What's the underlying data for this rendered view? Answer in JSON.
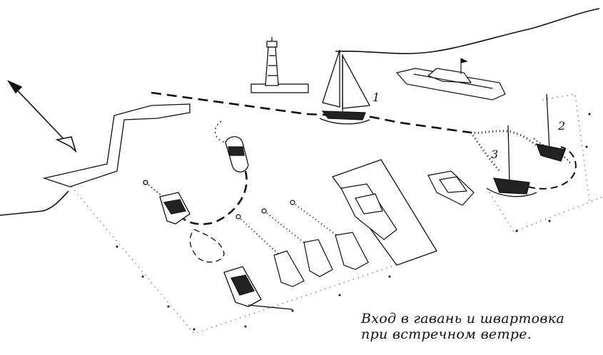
{
  "caption": {
    "line1": "Вход в гавань и швартовка",
    "line2": "при встречном ветре."
  },
  "markers": [
    "1",
    "2",
    "3"
  ]
}
